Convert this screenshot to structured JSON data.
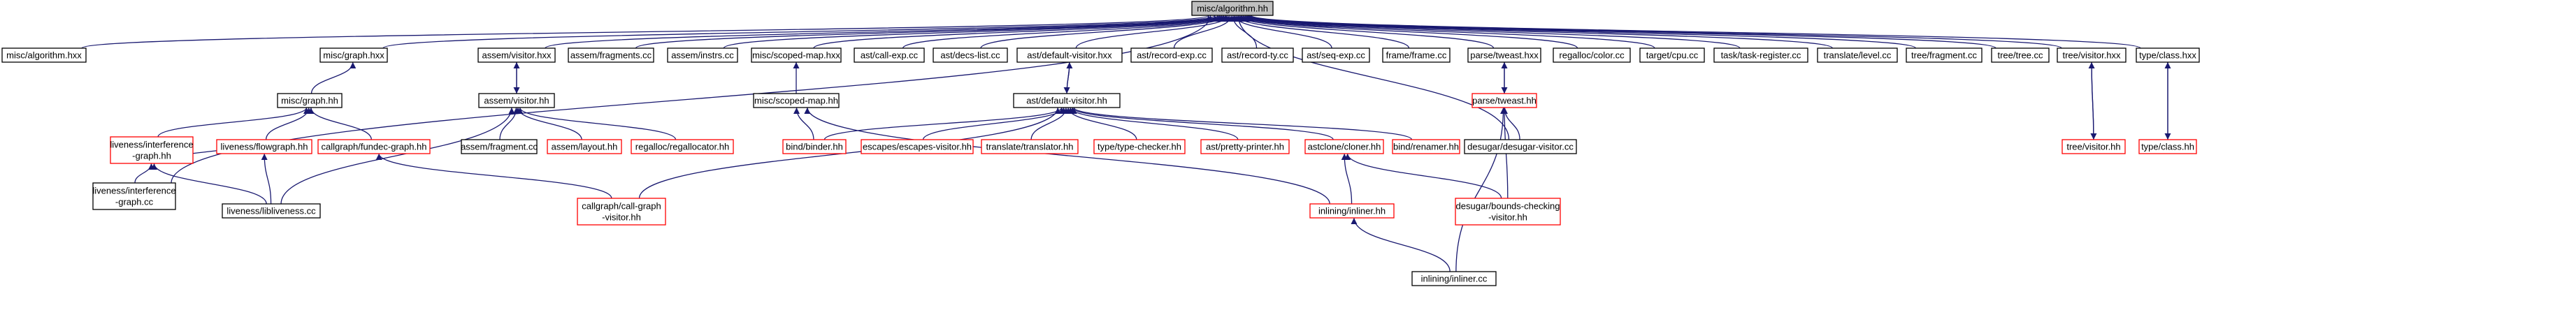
{
  "graph": {
    "colors": {
      "edge": "#191970",
      "root_fill": "#bfbfbf",
      "root_border": "#000000",
      "normal_border": "#000000",
      "link_border": "#ff0000",
      "node_fill": "#ffffff",
      "text": "#000000"
    },
    "nodes": [
      {
        "id": "n_root",
        "lines": [
          "misc/algorithm.hh"
        ],
        "style": "root"
      },
      {
        "id": "n_algorithm_hxx",
        "lines": [
          "misc/algorithm.hxx"
        ],
        "style": "normal"
      },
      {
        "id": "n_misc_graph_hxx",
        "lines": [
          "misc/graph.hxx"
        ],
        "style": "normal"
      },
      {
        "id": "n_assem_visitor_hxx",
        "lines": [
          "assem/visitor.hxx"
        ],
        "style": "normal"
      },
      {
        "id": "n_assem_fragments_cc",
        "lines": [
          "assem/fragments.cc"
        ],
        "style": "normal"
      },
      {
        "id": "n_assem_instrs_cc",
        "lines": [
          "assem/instrs.cc"
        ],
        "style": "normal"
      },
      {
        "id": "n_scoped_map_hxx",
        "lines": [
          "misc/scoped-map.hxx"
        ],
        "style": "normal"
      },
      {
        "id": "n_call_exp",
        "lines": [
          "ast/call-exp.cc"
        ],
        "style": "normal"
      },
      {
        "id": "n_decs_list",
        "lines": [
          "ast/decs-list.cc"
        ],
        "style": "normal"
      },
      {
        "id": "n_default_visitor_hxx",
        "lines": [
          "ast/default-visitor.hxx"
        ],
        "style": "normal"
      },
      {
        "id": "n_record_exp",
        "lines": [
          "ast/record-exp.cc"
        ],
        "style": "normal"
      },
      {
        "id": "n_record_ty",
        "lines": [
          "ast/record-ty.cc"
        ],
        "style": "normal"
      },
      {
        "id": "n_seq_exp",
        "lines": [
          "ast/seq-exp.cc"
        ],
        "style": "normal"
      },
      {
        "id": "n_frame",
        "lines": [
          "frame/frame.cc"
        ],
        "style": "normal"
      },
      {
        "id": "n_tweast_hxx",
        "lines": [
          "parse/tweast.hxx"
        ],
        "style": "normal"
      },
      {
        "id": "n_color",
        "lines": [
          "regalloc/color.cc"
        ],
        "style": "normal"
      },
      {
        "id": "n_cpu",
        "lines": [
          "target/cpu.cc"
        ],
        "style": "normal"
      },
      {
        "id": "n_task_register",
        "lines": [
          "task/task-register.cc"
        ],
        "style": "normal"
      },
      {
        "id": "n_translate_level",
        "lines": [
          "translate/level.cc"
        ],
        "style": "normal"
      },
      {
        "id": "n_tree_fragment",
        "lines": [
          "tree/fragment.cc"
        ],
        "style": "normal"
      },
      {
        "id": "n_tree_tree",
        "lines": [
          "tree/tree.cc"
        ],
        "style": "normal"
      },
      {
        "id": "n_tree_visitor_hxx",
        "lines": [
          "tree/visitor.hxx"
        ],
        "style": "normal"
      },
      {
        "id": "n_type_class_hxx",
        "lines": [
          "type/class.hxx"
        ],
        "style": "normal"
      },
      {
        "id": "n_misc_graph_hh",
        "lines": [
          "misc/graph.hh"
        ],
        "style": "normal"
      },
      {
        "id": "n_assem_visitor_hh",
        "lines": [
          "assem/visitor.hh"
        ],
        "style": "normal"
      },
      {
        "id": "n_scoped_map_hh",
        "lines": [
          "misc/scoped-map.hh"
        ],
        "style": "normal"
      },
      {
        "id": "n_default_visitor_hh",
        "lines": [
          "ast/default-visitor.hh"
        ],
        "style": "normal"
      },
      {
        "id": "n_tweast_hh",
        "lines": [
          "parse/tweast.hh"
        ],
        "style": "link"
      },
      {
        "id": "n_tree_visitor_hh",
        "lines": [
          "tree/visitor.hh"
        ],
        "style": "link"
      },
      {
        "id": "n_type_class_hh",
        "lines": [
          "type/class.hh"
        ],
        "style": "link"
      },
      {
        "id": "n_interference_hh",
        "lines": [
          "liveness/interference",
          "-graph.hh"
        ],
        "style": "link"
      },
      {
        "id": "n_flowgraph_hh",
        "lines": [
          "liveness/flowgraph.hh"
        ],
        "style": "link"
      },
      {
        "id": "n_fundec_graph_hh",
        "lines": [
          "callgraph/fundec-graph.hh"
        ],
        "style": "link"
      },
      {
        "id": "n_assem_fragment_cc",
        "lines": [
          "assem/fragment.cc"
        ],
        "style": "normal"
      },
      {
        "id": "n_assem_layout_hh",
        "lines": [
          "assem/layout.hh"
        ],
        "style": "link"
      },
      {
        "id": "n_regallocator_hh",
        "lines": [
          "regalloc/regallocator.hh"
        ],
        "style": "link"
      },
      {
        "id": "n_binder_hh",
        "lines": [
          "bind/binder.hh"
        ],
        "style": "link"
      },
      {
        "id": "n_escapes_visitor_hh",
        "lines": [
          "escapes/escapes-visitor.hh"
        ],
        "style": "link"
      },
      {
        "id": "n_translator_hh",
        "lines": [
          "translate/translator.hh"
        ],
        "style": "link"
      },
      {
        "id": "n_type_checker_hh",
        "lines": [
          "type/type-checker.hh"
        ],
        "style": "link"
      },
      {
        "id": "n_pretty_printer_hh",
        "lines": [
          "ast/pretty-printer.hh"
        ],
        "style": "link"
      },
      {
        "id": "n_cloner_hh",
        "lines": [
          "astclone/cloner.hh"
        ],
        "style": "link"
      },
      {
        "id": "n_renamer_hh",
        "lines": [
          "bind/renamer.hh"
        ],
        "style": "link"
      },
      {
        "id": "n_desugar_visitor_cc",
        "lines": [
          "desugar/desugar-visitor.cc"
        ],
        "style": "normal"
      },
      {
        "id": "n_interference_cc",
        "lines": [
          "liveness/interference",
          "-graph.cc"
        ],
        "style": "normal"
      },
      {
        "id": "n_libliveness_cc",
        "lines": [
          "liveness/libliveness.cc"
        ],
        "style": "normal"
      },
      {
        "id": "n_call_graph_hh",
        "lines": [
          "callgraph/call-graph",
          "-visitor.hh"
        ],
        "style": "link"
      },
      {
        "id": "n_inliner_hh",
        "lines": [
          "inlining/inliner.hh"
        ],
        "style": "link"
      },
      {
        "id": "n_bounds_checking_hh",
        "lines": [
          "desugar/bounds-checking",
          "-visitor.hh"
        ],
        "style": "link"
      },
      {
        "id": "n_inliner_cc",
        "lines": [
          "inlining/inliner.cc"
        ],
        "style": "normal"
      }
    ],
    "edges": [
      {
        "from": "n_algorithm_hxx",
        "to": "n_root"
      },
      {
        "from": "n_misc_graph_hxx",
        "to": "n_root"
      },
      {
        "from": "n_assem_visitor_hxx",
        "to": "n_root"
      },
      {
        "from": "n_assem_fragments_cc",
        "to": "n_root"
      },
      {
        "from": "n_assem_instrs_cc",
        "to": "n_root"
      },
      {
        "from": "n_scoped_map_hxx",
        "to": "n_root"
      },
      {
        "from": "n_call_exp",
        "to": "n_root"
      },
      {
        "from": "n_decs_list",
        "to": "n_root"
      },
      {
        "from": "n_default_visitor_hxx",
        "to": "n_root"
      },
      {
        "from": "n_record_exp",
        "to": "n_root"
      },
      {
        "from": "n_record_ty",
        "to": "n_root"
      },
      {
        "from": "n_seq_exp",
        "to": "n_root"
      },
      {
        "from": "n_frame",
        "to": "n_root"
      },
      {
        "from": "n_tweast_hxx",
        "to": "n_root"
      },
      {
        "from": "n_color",
        "to": "n_root"
      },
      {
        "from": "n_cpu",
        "to": "n_root"
      },
      {
        "from": "n_task_register",
        "to": "n_root"
      },
      {
        "from": "n_translate_level",
        "to": "n_root"
      },
      {
        "from": "n_tree_fragment",
        "to": "n_root"
      },
      {
        "from": "n_tree_tree",
        "to": "n_root"
      },
      {
        "from": "n_tree_visitor_hxx",
        "to": "n_root"
      },
      {
        "from": "n_type_class_hxx",
        "to": "n_root"
      },
      {
        "from": "n_interference_cc",
        "to": "n_root"
      },
      {
        "from": "n_desugar_visitor_cc",
        "to": "n_root"
      },
      {
        "from": "n_misc_graph_hh",
        "to": "n_misc_graph_hxx"
      },
      {
        "from": "n_assem_visitor_hh",
        "to": "n_assem_visitor_hxx"
      },
      {
        "from": "n_assem_visitor_hxx",
        "to": "n_assem_visitor_hh"
      },
      {
        "from": "n_scoped_map_hh",
        "to": "n_scoped_map_hxx"
      },
      {
        "from": "n_default_visitor_hh",
        "to": "n_default_visitor_hxx"
      },
      {
        "from": "n_default_visitor_hxx",
        "to": "n_default_visitor_hh"
      },
      {
        "from": "n_tweast_hh",
        "to": "n_tweast_hxx"
      },
      {
        "from": "n_tweast_hxx",
        "to": "n_tweast_hh"
      },
      {
        "from": "n_tree_visitor_hh",
        "to": "n_tree_visitor_hxx"
      },
      {
        "from": "n_tree_visitor_hxx",
        "to": "n_tree_visitor_hh"
      },
      {
        "from": "n_type_class_hh",
        "to": "n_type_class_hxx"
      },
      {
        "from": "n_type_class_hxx",
        "to": "n_type_class_hh"
      },
      {
        "from": "n_interference_hh",
        "to": "n_misc_graph_hh"
      },
      {
        "from": "n_flowgraph_hh",
        "to": "n_misc_graph_hh"
      },
      {
        "from": "n_fundec_graph_hh",
        "to": "n_misc_graph_hh"
      },
      {
        "from": "n_interference_cc",
        "to": "n_interference_hh"
      },
      {
        "from": "n_libliveness_cc",
        "to": "n_interference_hh"
      },
      {
        "from": "n_interference_hh",
        "to": "n_flowgraph_hh"
      },
      {
        "from": "n_libliveness_cc",
        "to": "n_flowgraph_hh"
      },
      {
        "from": "n_call_graph_hh",
        "to": "n_fundec_graph_hh"
      },
      {
        "from": "n_assem_fragment_cc",
        "to": "n_assem_visitor_hh"
      },
      {
        "from": "n_assem_layout_hh",
        "to": "n_assem_visitor_hh"
      },
      {
        "from": "n_regallocator_hh",
        "to": "n_assem_visitor_hh"
      },
      {
        "from": "n_libliveness_cc",
        "to": "n_assem_visitor_hh"
      },
      {
        "from": "n_binder_hh",
        "to": "n_scoped_map_hh"
      },
      {
        "from": "n_inliner_hh",
        "to": "n_scoped_map_hh"
      },
      {
        "from": "n_binder_hh",
        "to": "n_default_visitor_hh"
      },
      {
        "from": "n_escapes_visitor_hh",
        "to": "n_default_visitor_hh"
      },
      {
        "from": "n_translator_hh",
        "to": "n_default_visitor_hh"
      },
      {
        "from": "n_type_checker_hh",
        "to": "n_default_visitor_hh"
      },
      {
        "from": "n_pretty_printer_hh",
        "to": "n_default_visitor_hh"
      },
      {
        "from": "n_cloner_hh",
        "to": "n_default_visitor_hh"
      },
      {
        "from": "n_renamer_hh",
        "to": "n_default_visitor_hh"
      },
      {
        "from": "n_call_graph_hh",
        "to": "n_default_visitor_hh"
      },
      {
        "from": "n_desugar_visitor_cc",
        "to": "n_tweast_hh"
      },
      {
        "from": "n_bounds_checking_hh",
        "to": "n_tweast_hh"
      },
      {
        "from": "n_inliner_cc",
        "to": "n_tweast_hh"
      },
      {
        "from": "n_inliner_hh",
        "to": "n_cloner_hh"
      },
      {
        "from": "n_bounds_checking_hh",
        "to": "n_cloner_hh"
      },
      {
        "from": "n_inliner_cc",
        "to": "n_inliner_hh"
      }
    ]
  }
}
